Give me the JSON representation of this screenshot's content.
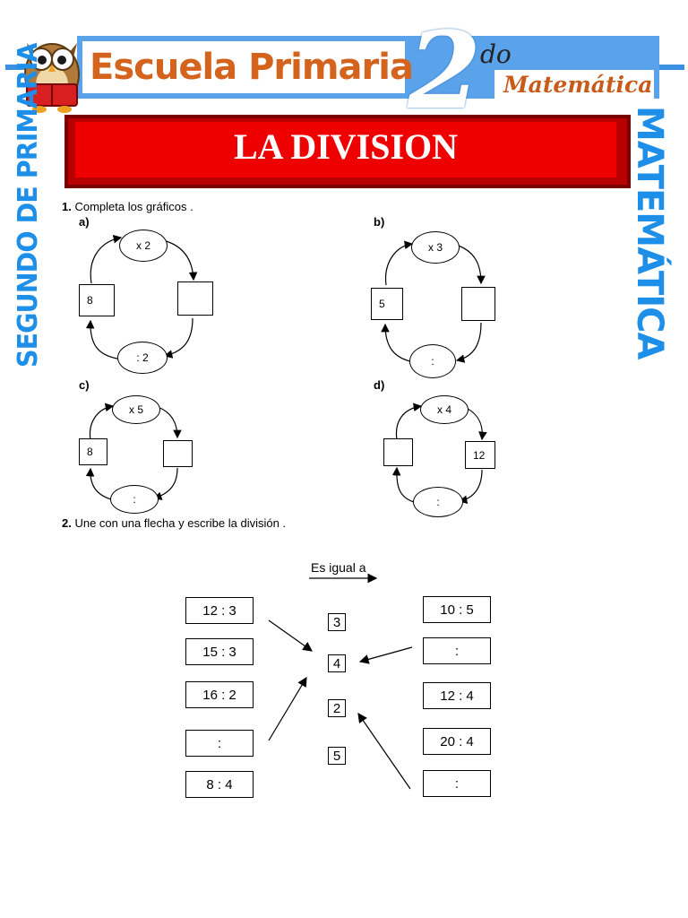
{
  "header": {
    "school": "Escuela Primaria",
    "grade_number": "2",
    "grade_suffix": "do",
    "subject": "Matemática",
    "title": "LA DIVISION",
    "side_left": "SEGUNDO DE PRIMARIA",
    "side_right": "MATEMÁTICA"
  },
  "colors": {
    "accent_blue": "#1d8fe8",
    "title_red": "#ee0000",
    "school_orange": "#d4631e"
  },
  "exercise1": {
    "number": "1.",
    "prompt": "Completa los gráficos .",
    "diagrams": [
      {
        "label": "a)",
        "top_op": "x 2",
        "bottom_op": ": 2",
        "left": "8",
        "right": ""
      },
      {
        "label": "b)",
        "top_op": "x 3",
        "bottom_op": ":",
        "left": "5",
        "right": ""
      },
      {
        "label": "c)",
        "top_op": "x 5",
        "bottom_op": ":",
        "left": "8",
        "right": ""
      },
      {
        "label": "d)",
        "top_op": "x 4",
        "bottom_op": ":",
        "left": "",
        "right": "12"
      }
    ]
  },
  "exercise2": {
    "number": "2.",
    "prompt": "Une con una flecha y escribe la división .",
    "equals_label": "Es igual a",
    "left_boxes": [
      "12  :  3",
      "15  :  3",
      "16  :  2",
      ":",
      "8  :  4"
    ],
    "middle_numbers": [
      "3",
      "4",
      "2",
      "5"
    ],
    "right_boxes": [
      "10  :  5",
      ":",
      "12  :  4",
      "20  :  4",
      ":"
    ]
  }
}
